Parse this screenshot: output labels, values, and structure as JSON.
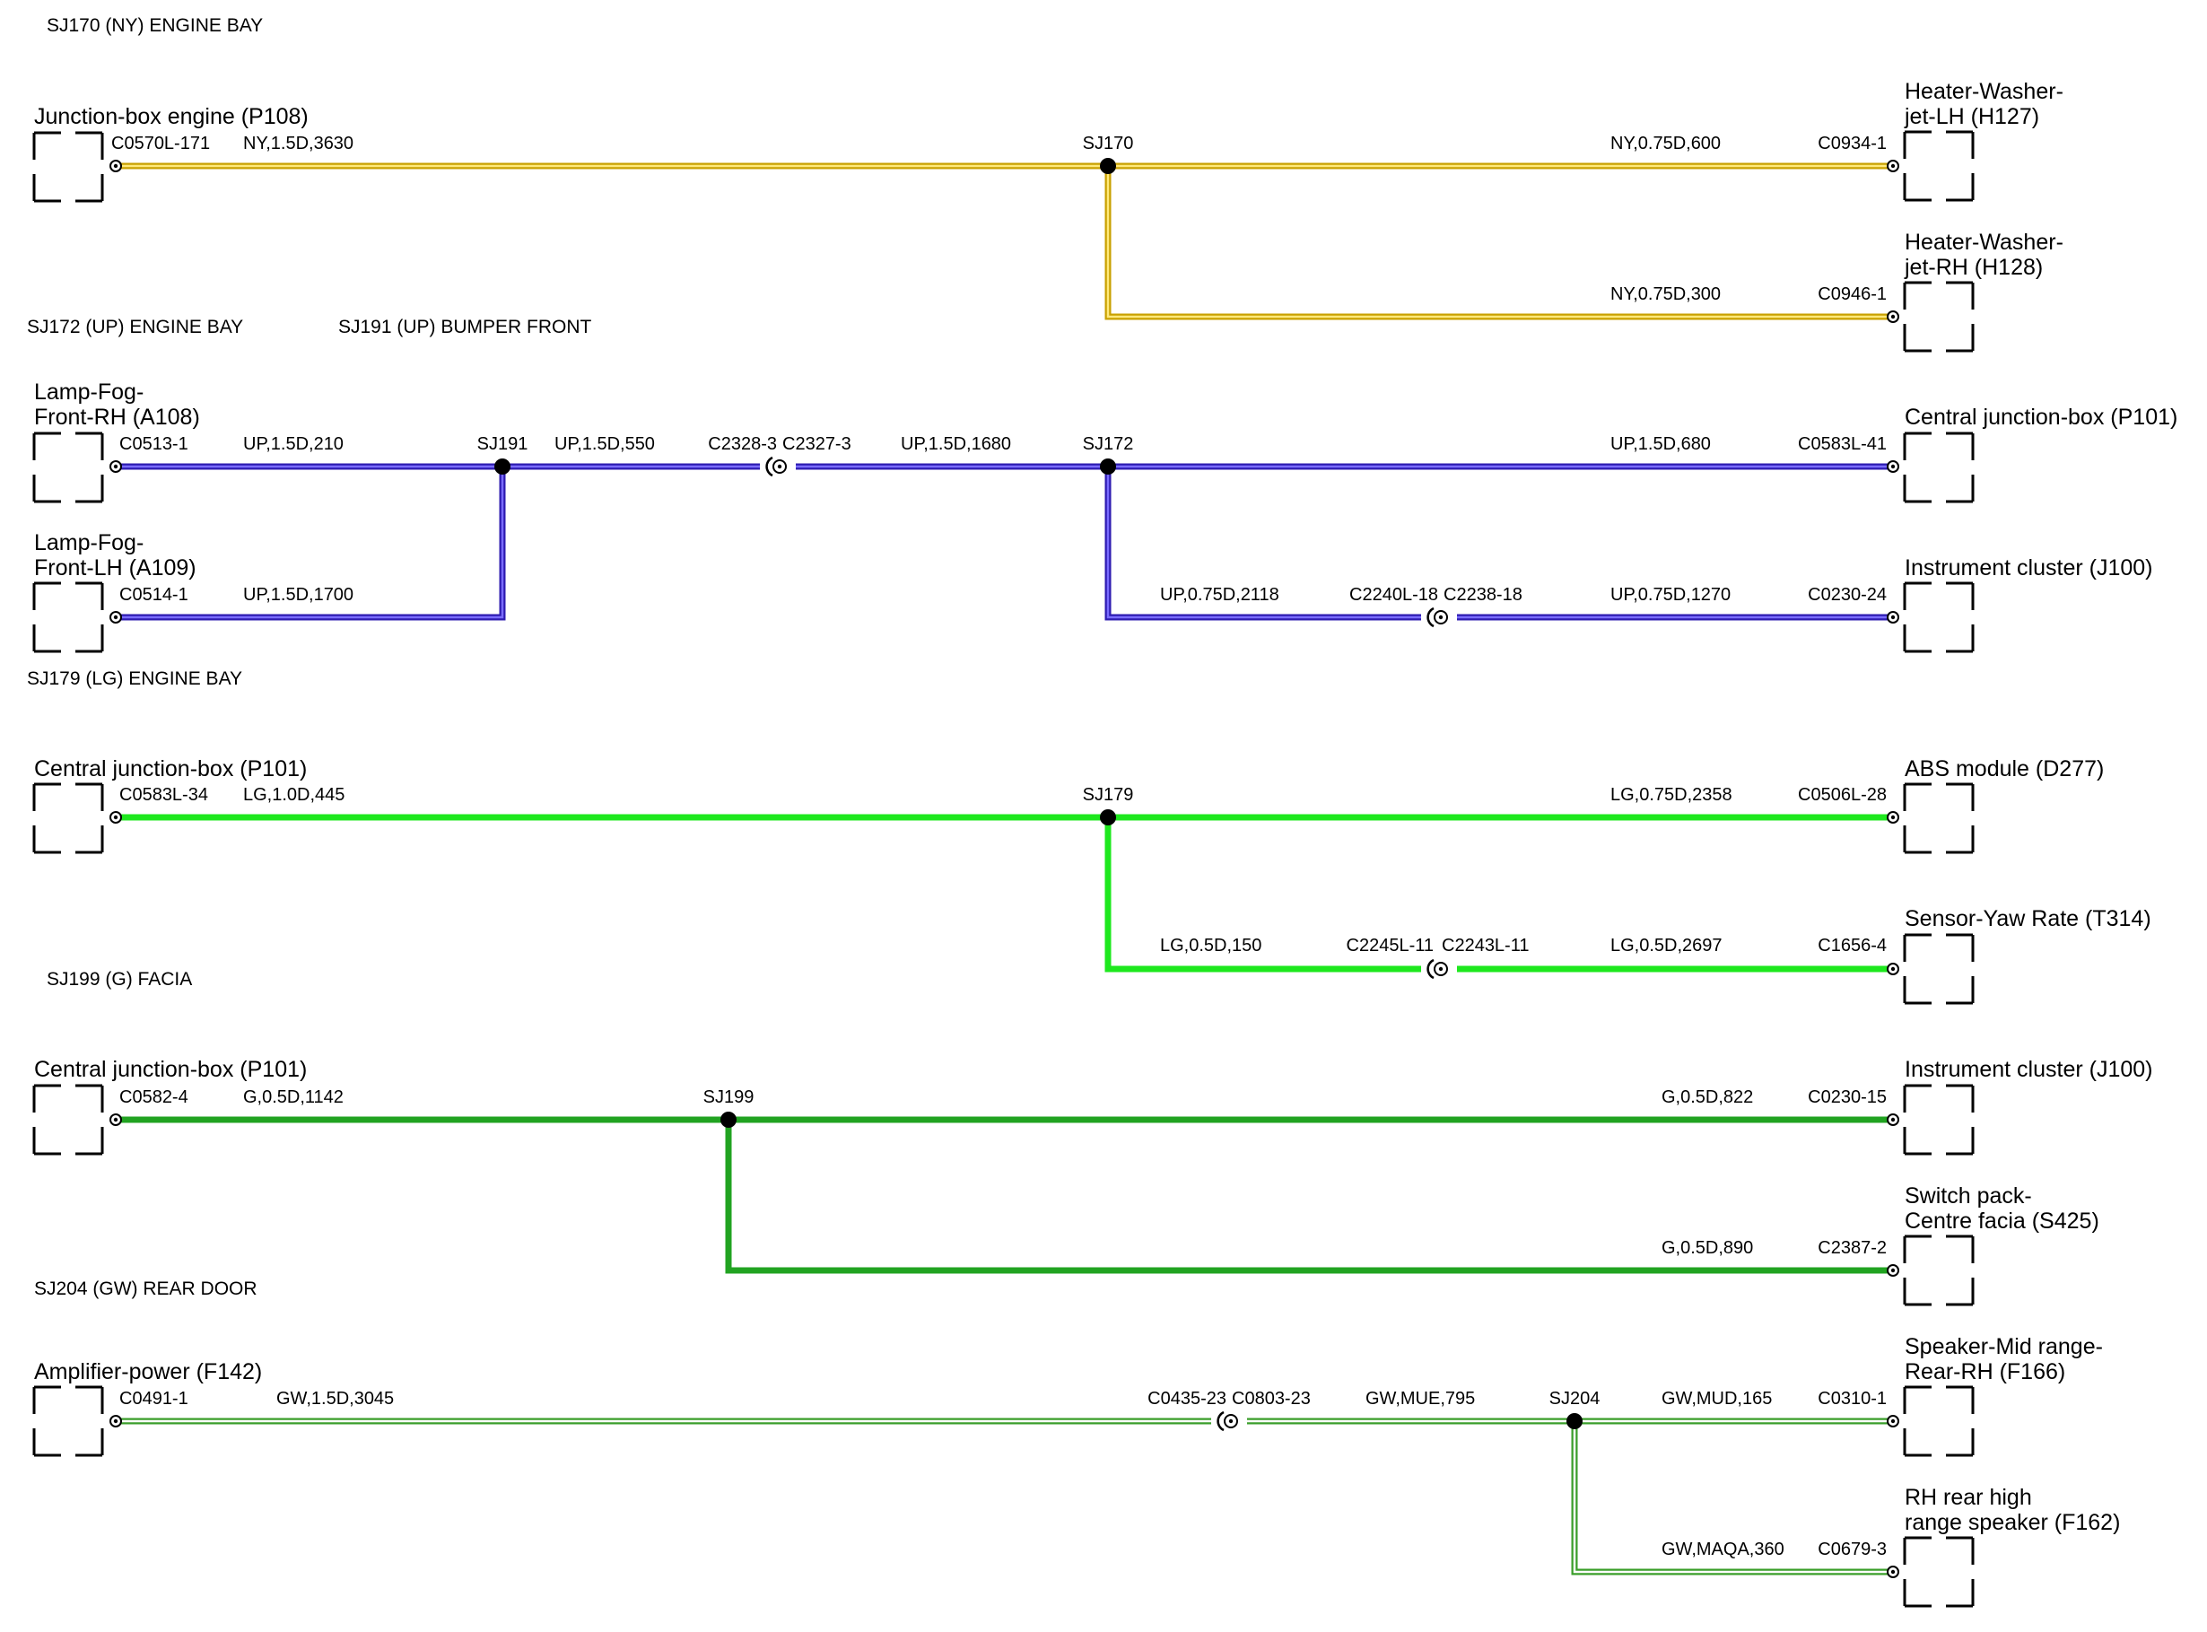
{
  "groups": [
    {
      "id": "sj170",
      "title": "SJ170 (NY) ENGINE BAY",
      "splice": "SJ170",
      "wire_colors": [
        "#c8a000",
        "#ffe97a"
      ],
      "left": {
        "name": [
          "Junction-box engine (P108)"
        ],
        "pin": "C0570L-171",
        "wire": "NY,1.5D,3630"
      },
      "right": [
        {
          "name": [
            "Heater-Washer-",
            "jet-LH (H127)"
          ],
          "pin": "C0934-1",
          "wire": "NY,0.75D,600"
        },
        {
          "name": [
            "Heater-Washer-",
            "jet-RH (H128)"
          ],
          "pin": "C0946-1",
          "wire": "NY,0.75D,300"
        }
      ]
    },
    {
      "id": "sj172",
      "title": "SJ172 (UP) ENGINE BAY",
      "title2": "SJ191 (UP) BUMPER FRONT",
      "wire_colors": [
        "#2d1bb0",
        "#7a6cff"
      ],
      "left": [
        {
          "name": [
            "Lamp-Fog-",
            "Front-RH (A108)"
          ],
          "pin": "C0513-1",
          "wire": "UP,1.5D,210"
        },
        {
          "name": [
            "Lamp-Fog-",
            "Front-LH (A109)"
          ],
          "pin": "C0514-1",
          "wire": "UP,1.5D,1700"
        }
      ],
      "splice_a": "SJ191",
      "mid_wire": "UP,1.5D,550",
      "inline1": {
        "a": "C2328-3",
        "b": "C2327-3"
      },
      "mid_wire2": "UP,1.5D,1680",
      "splice_b": "SJ172",
      "right": [
        {
          "name": [
            "Central junction-box (P101)"
          ],
          "pin": "C0583L-41",
          "wire": "UP,1.5D,680"
        },
        {
          "name": [
            "Instrument cluster (J100)"
          ],
          "pin": "C0230-24",
          "wire": "UP,0.75D,1270"
        }
      ],
      "branch_wire": "UP,0.75D,2118",
      "inline2": {
        "a": "C2240L-18",
        "b": "C2238-18"
      }
    },
    {
      "id": "sj179",
      "title": "SJ179 (LG) ENGINE BAY",
      "splice": "SJ179",
      "wire_colors": [
        "#1ee81e",
        "#1ee81e"
      ],
      "left": {
        "name": [
          "Central junction-box (P101)"
        ],
        "pin": "C0583L-34",
        "wire": "LG,1.0D,445"
      },
      "right": [
        {
          "name": [
            "ABS module (D277)"
          ],
          "pin": "C0506L-28",
          "wire": "LG,0.75D,2358"
        },
        {
          "name": [
            "Sensor-Yaw Rate (T314)"
          ],
          "pin": "C1656-4",
          "wire": "LG,0.5D,2697"
        }
      ],
      "branch_wire": "LG,0.5D,150",
      "inline": {
        "a": "C2245L-11",
        "b": "C2243L-11"
      }
    },
    {
      "id": "sj199",
      "title": "SJ199 (G) FACIA",
      "splice": "SJ199",
      "wire_colors": [
        "#21a321",
        "#21a321"
      ],
      "left": {
        "name": [
          "Central junction-box (P101)"
        ],
        "pin": "C0582-4",
        "wire": "G,0.5D,1142"
      },
      "right": [
        {
          "name": [
            "Instrument cluster (J100)"
          ],
          "pin": "C0230-15",
          "wire": "G,0.5D,822"
        },
        {
          "name": [
            "Switch pack-",
            "Centre facia (S425)"
          ],
          "pin": "C2387-2",
          "wire": "G,0.5D,890"
        }
      ]
    },
    {
      "id": "sj204",
      "title": "SJ204 (GW) REAR DOOR",
      "splice": "SJ204",
      "wire_colors": [
        "#3a9e2a",
        "#ffffff"
      ],
      "left": {
        "name": [
          "Amplifier-power (F142)"
        ],
        "pin": "C0491-1",
        "wire": "GW,1.5D,3045"
      },
      "inline": {
        "a": "C0435-23",
        "b": "C0803-23"
      },
      "mid_wire": "GW,MUE,795",
      "right": [
        {
          "name": [
            "Speaker-Mid range-",
            "Rear-RH (F166)"
          ],
          "pin": "C0310-1",
          "wire": "GW,MUD,165"
        },
        {
          "name": [
            "RH rear high",
            "range speaker (F162)"
          ],
          "pin": "C0679-3",
          "wire": "GW,MAQA,360"
        }
      ]
    }
  ]
}
